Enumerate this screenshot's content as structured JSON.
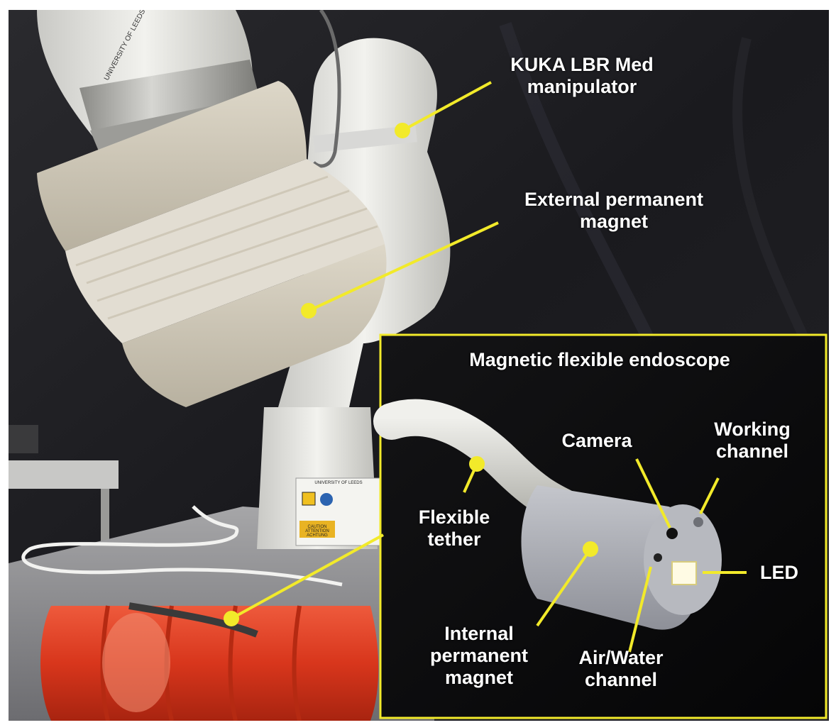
{
  "labels": {
    "kuka": [
      "KUKA LBR Med",
      "manipulator"
    ],
    "epm": [
      "External permanent",
      "magnet"
    ],
    "inset_title": "Magnetic flexible endoscope",
    "camera": "Camera",
    "working": [
      "Working",
      "channel"
    ],
    "tether": [
      "Flexible",
      "tether"
    ],
    "led": "LED",
    "ipm": [
      "Internal",
      "permanent",
      "magnet"
    ],
    "airwater": [
      "Air/Water",
      "channel"
    ]
  },
  "photo_text": {
    "university_collar": "UNIVERSITY OF LEEDS",
    "university_base": "UNIVERSITY OF LEEDS",
    "caution": "CAUTION",
    "attention": "ATTENTION",
    "achtung": "ACHTUNG"
  },
  "colors": {
    "background": "#1c1c20",
    "annotation": "#f2ea2a",
    "label_text": "#ffffff",
    "robot": "#e6e6e2",
    "phantom": "#d83a22"
  }
}
